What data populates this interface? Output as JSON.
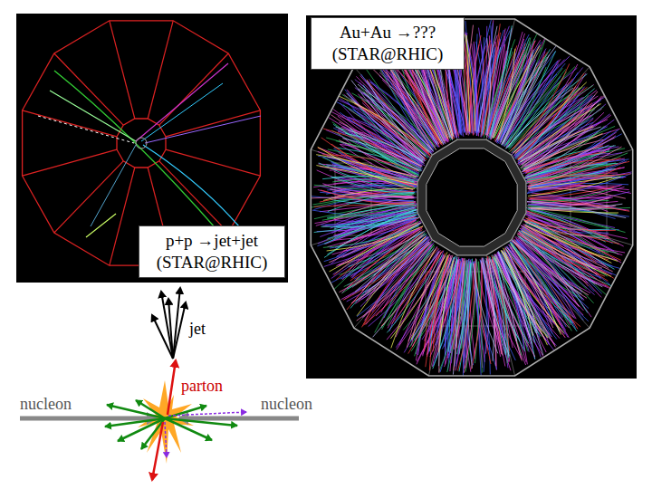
{
  "diagram": {
    "nodes": [
      {
        "text": [
          "Au+Au →??? (STAR@RHIC)"
        ]
      },
      {
        "text": [
          "p+p →jet+jet (STAR@RHIC)"
        ]
      }
    ],
    "labels": [
      "jet",
      "parton",
      "nucleon",
      "nucleon"
    ]
  }
}
